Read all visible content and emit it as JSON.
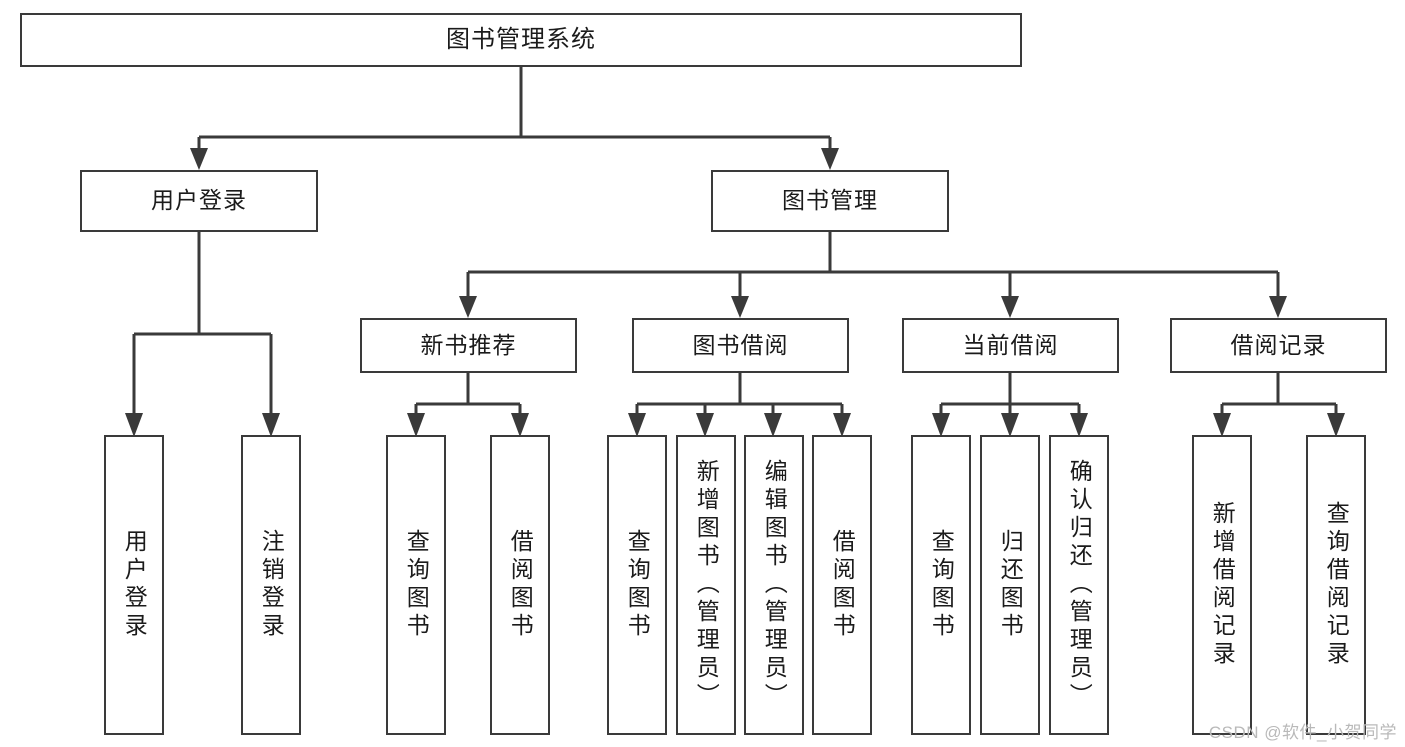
{
  "diagram": {
    "title": "图书管理系统",
    "type": "hierarchy-tree",
    "root": {
      "label": "图书管理系统"
    },
    "level2": [
      {
        "label": "用户登录"
      },
      {
        "label": "图书管理"
      }
    ],
    "level3": [
      {
        "label": "新书推荐"
      },
      {
        "label": "图书借阅"
      },
      {
        "label": "当前借阅"
      },
      {
        "label": "借阅记录"
      }
    ],
    "leaves": {
      "user_login": [
        {
          "label": "用户登录"
        },
        {
          "label": "注销登录"
        }
      ],
      "new_book_recommend": [
        {
          "label": "查询图书"
        },
        {
          "label": "借阅图书"
        }
      ],
      "book_borrow": [
        {
          "label": "查询图书"
        },
        {
          "label": "新增图书（管理员）"
        },
        {
          "label": "编辑图书（管理员）"
        },
        {
          "label": "借阅图书"
        }
      ],
      "current_borrow": [
        {
          "label": "查询图书"
        },
        {
          "label": "归还图书"
        },
        {
          "label": "确认归还（管理员）"
        }
      ],
      "borrow_record": [
        {
          "label": "新增借阅记录"
        },
        {
          "label": "查询借阅记录"
        }
      ]
    },
    "watermark": "CSDN @软件_小贺同学",
    "colors": {
      "stroke": "#3a3a3a",
      "background": "#ffffff",
      "text": "#1b1b1b",
      "watermark": "#b9b9b9"
    }
  }
}
